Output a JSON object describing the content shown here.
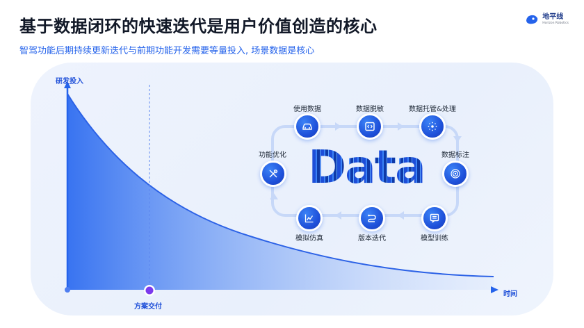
{
  "header": {
    "title": "基于数据闭环的快速迭代是用户价值创造的核心",
    "subtitle": "智驾功能后期持续更新迭代与前期功能开发需要等量投入, 场景数据是核心",
    "logo_cn": "地平线",
    "logo_en": "Horizon Robotics"
  },
  "chart": {
    "y_label": "研发投入",
    "x_label": "时间",
    "milestone": "方案交付"
  },
  "loop": {
    "center_text": "Data",
    "nodes": [
      {
        "label": "使用数据",
        "icon": "car-icon"
      },
      {
        "label": "数据脱敏",
        "icon": "code-screen-icon"
      },
      {
        "label": "数据托管&处理",
        "icon": "sparkle-icon"
      },
      {
        "label": "数据标注",
        "icon": "target-icon"
      },
      {
        "label": "模型训练",
        "icon": "document-icon"
      },
      {
        "label": "版本迭代",
        "icon": "route-icon"
      },
      {
        "label": "模拟仿真",
        "icon": "chart-icon"
      },
      {
        "label": "功能优化",
        "icon": "tools-icon"
      }
    ]
  },
  "colors": {
    "accent": "#2563eb",
    "node": "#1d4ed8",
    "loop_line": "#c7d8f8",
    "milestone_dot": "#7c3aed"
  }
}
